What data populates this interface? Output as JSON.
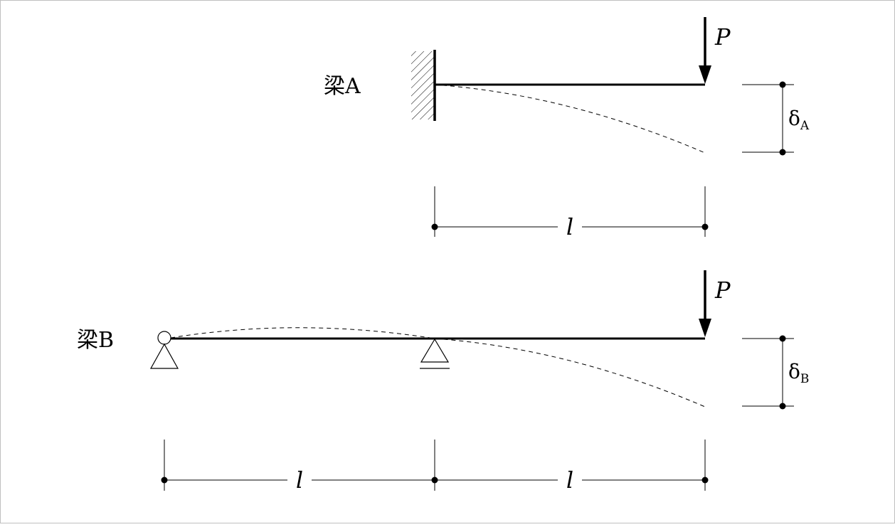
{
  "beam_a": {
    "label": "梁A",
    "load_label": "P",
    "deflection_symbol": "δ",
    "deflection_subscript": "A",
    "span_label": "l"
  },
  "beam_b": {
    "label": "梁B",
    "load_label": "P",
    "deflection_symbol": "δ",
    "deflection_subscript": "B",
    "span_left_label": "l",
    "span_right_label": "l"
  },
  "colors": {
    "line": "#000000",
    "frame": "#bfbfbf"
  }
}
